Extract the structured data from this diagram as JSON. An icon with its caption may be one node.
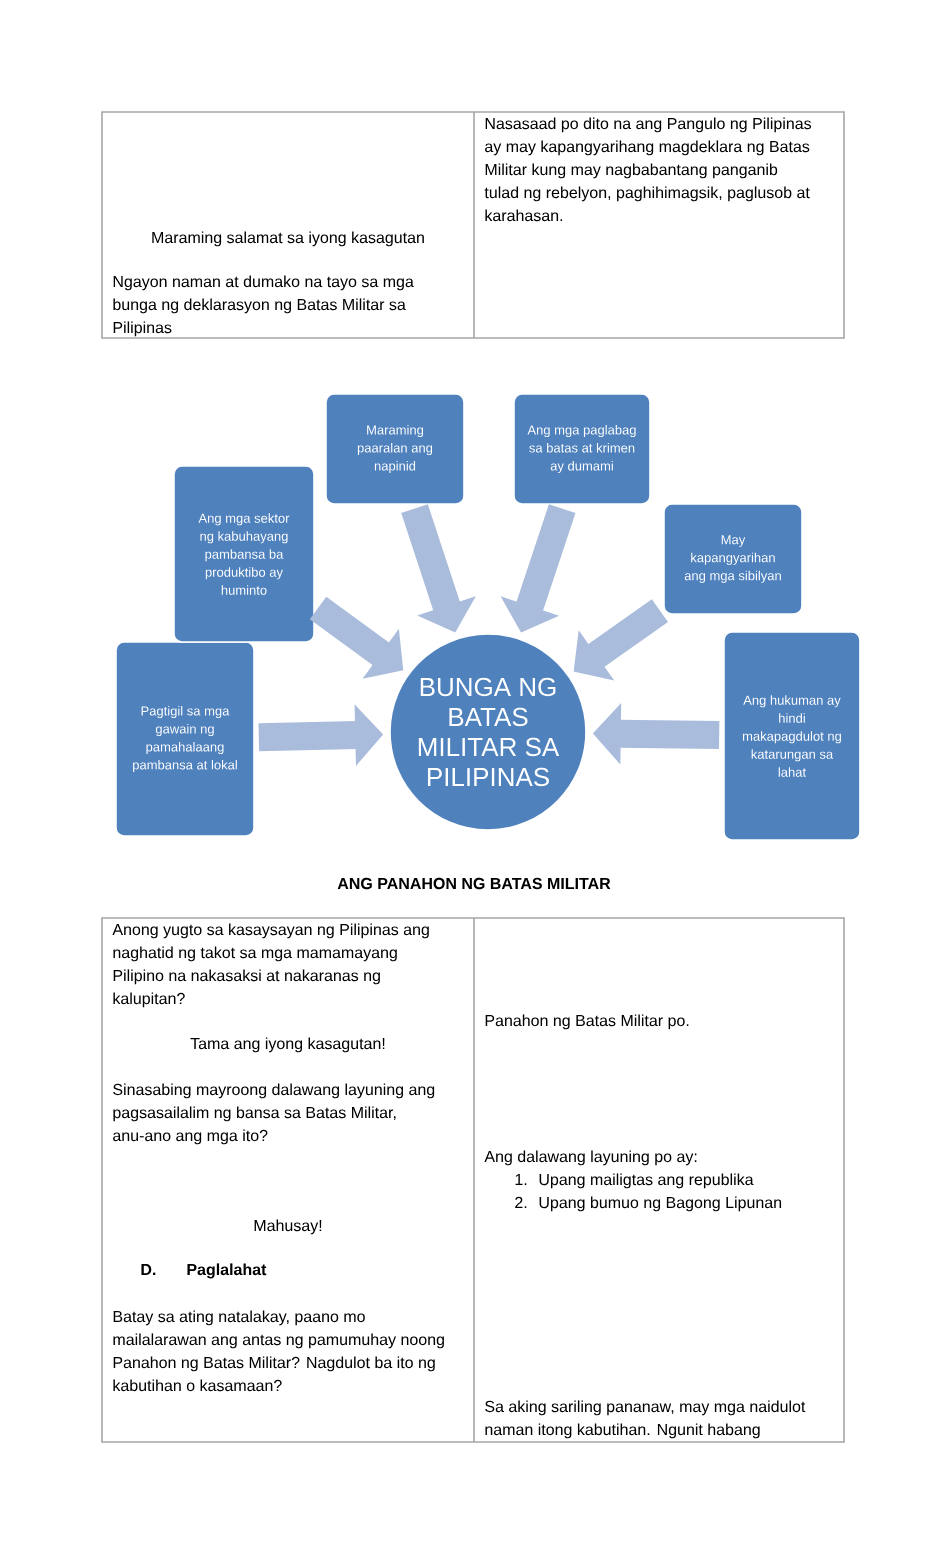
{
  "diagram": {
    "nodes": [
      {
        "text": [
          "BUNGA NG BATAS MILITAR SA PILIPINAS"
        ]
      },
      {
        "text": [
          "Pagtigil sa mga gawain ng pamahalaang pambansa at lokal"
        ]
      },
      {
        "text": [
          "Ang mga sektor ng kabuhayang pambansa ba produktibo ay huminto"
        ]
      },
      {
        "text": [
          "Maraming paaralan ang napinid"
        ]
      },
      {
        "text": [
          "Ang mga paglabag sa batas at krimen ay dumami"
        ]
      },
      {
        "text": [
          "May kapangyarihan ang mga sibilyan"
        ]
      },
      {
        "text": [
          "Ang hukuman ay hindi makapagdulot ng katarungan sa lahat"
        ]
      }
    ],
    "edges": [
      {
        "from": 1,
        "to": 0,
        "arrow": "to"
      },
      {
        "from": 2,
        "to": 0,
        "arrow": "to"
      },
      {
        "from": 3,
        "to": 0,
        "arrow": "to"
      },
      {
        "from": 4,
        "to": 0,
        "arrow": "to"
      },
      {
        "from": 5,
        "to": 0,
        "arrow": "to"
      },
      {
        "from": 6,
        "to": 0,
        "arrow": "to"
      }
    ],
    "labels": [
      "Maraming salamat sa iyong kasagutan",
      "Ngayon naman at dumako na tayo sa mga bunga ng deklarasyon ng Batas Militar sa Pilipinas",
      "Nasasaad po dito na ang Pangulo ng Pilipinas ay may kapangyarihang magdeklara ng Batas Militar kung may nagbabantang panganib tulad ng rebelyon, paghihimagsik, paglusob at karahasan.",
      "ANG PANAHON NG BATAS MILITAR",
      "Anong yugto sa kasaysayan ng Pilipinas ang naghatid ng takot sa mga mamamayang Pilipino na nakasaksi at nakaranas ng kalupitan?",
      "Tama ang iyong kasagutan!",
      "Sinasabing mayroong dalawang layuning ang pagsasailalim ng bansa sa Batas Militar, anu-ano ang mga ito?",
      "Mahusay!",
      "D.",
      "Paglalahat",
      "Batay sa ating natalakay, paano mo mailalarawan ang antas ng pamumuhay noong Panahon ng Batas Militar? Nagdulot ba ito ng kabutihan o kasamaan?",
      "Panahon ng Batas Militar po.",
      "Ang dalawang layuning po ay:",
      "1.",
      "Upang mailigtas ang republika",
      "2.",
      "Upang bumuo ng Bagong Lipunan",
      "Sa aking sariling pananaw, may mga naidulot naman itong kabutihan. Ngunit habang"
    ]
  }
}
